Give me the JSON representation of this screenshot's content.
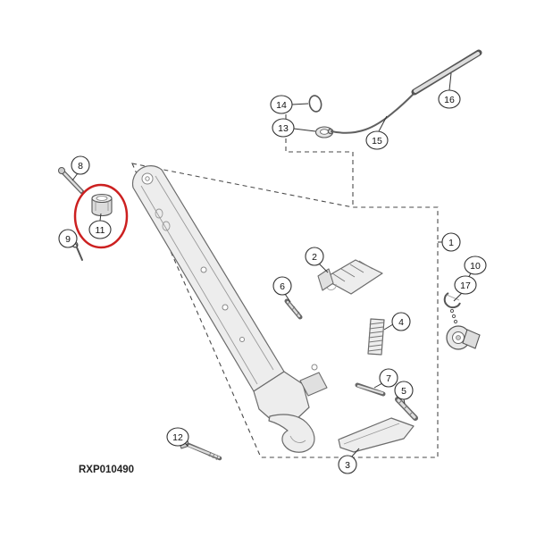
{
  "diagram": {
    "part_code": "RXP010490",
    "callouts": {
      "c1": "1",
      "c2": "2",
      "c3": "3",
      "c4": "4",
      "c5": "5",
      "c6": "6",
      "c7": "7",
      "c8": "8",
      "c9": "9",
      "c10": "10",
      "c11": "11",
      "c12": "12",
      "c13": "13",
      "c14": "14",
      "c15": "15",
      "c16": "16",
      "c17": "17"
    },
    "highlighted_callout": "11"
  },
  "colors": {
    "highlight": "#cc2020",
    "line_art": "#666666",
    "part_fill": "#ededed",
    "background": "#ffffff"
  }
}
